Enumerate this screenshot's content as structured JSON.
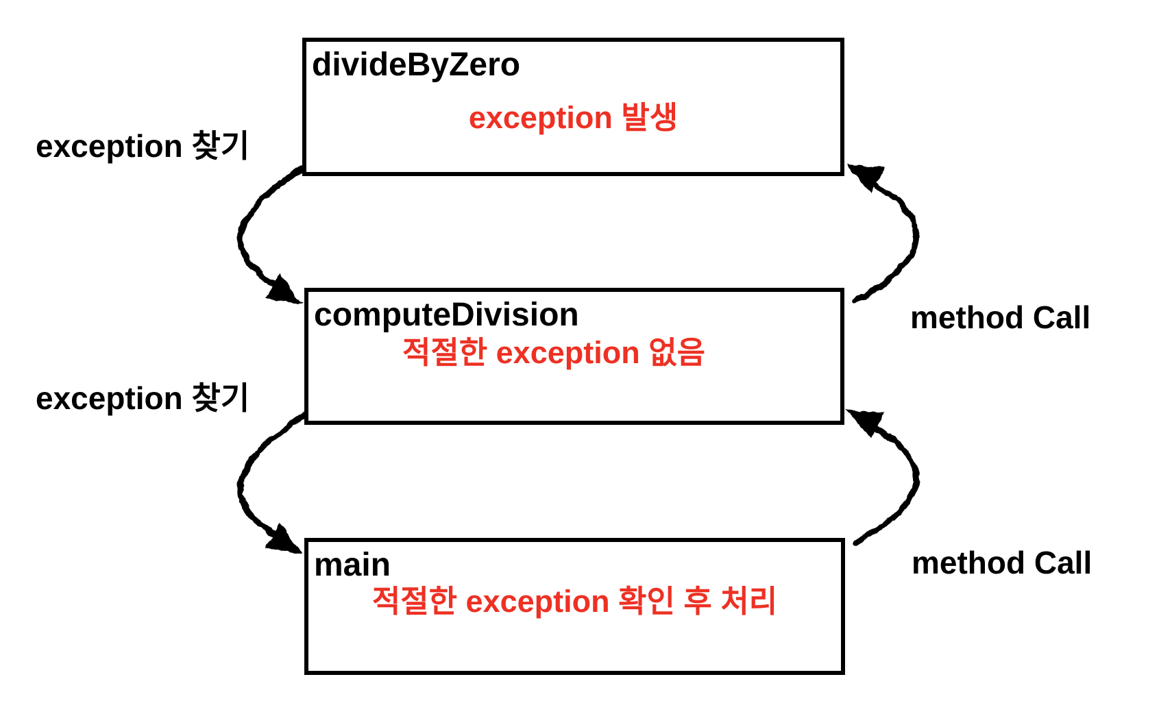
{
  "diagram": {
    "description": "exception propagation through call stack",
    "boxes": [
      {
        "title": "divideByZero",
        "note": "exception 발생"
      },
      {
        "title": "computeDivision",
        "note": "적절한 exception 없음"
      },
      {
        "title": "main",
        "note": "적절한 exception 확인 후 처리"
      }
    ],
    "labels": {
      "left": [
        "exception 찾기",
        "exception 찾기"
      ],
      "right": [
        "method Call",
        "method Call"
      ]
    },
    "colors": {
      "note_red": "#ed3124",
      "line_black": "#000000",
      "background": "#ffffff"
    }
  }
}
